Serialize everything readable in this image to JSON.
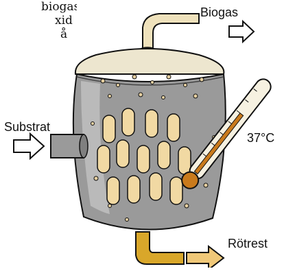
{
  "partial_text_lines": [
    "biogas",
    "xid",
    "å"
  ],
  "labels": {
    "biogas": "Biogas",
    "substrat": "Substrat",
    "temperature": "37°C",
    "rotrest": "Rötrest"
  },
  "colors": {
    "tank_fill": "#9a9a9a",
    "tank_light": "#c8c8c8",
    "lid": "#ede6cf",
    "pipe": "#efe2bc",
    "bacteria": "#f1d9a3",
    "bottom_pipe": "#d9a72a",
    "arrow_fill": "#f0c878",
    "thermometer_bulb": "#c97a1c",
    "outline": "#111111"
  }
}
